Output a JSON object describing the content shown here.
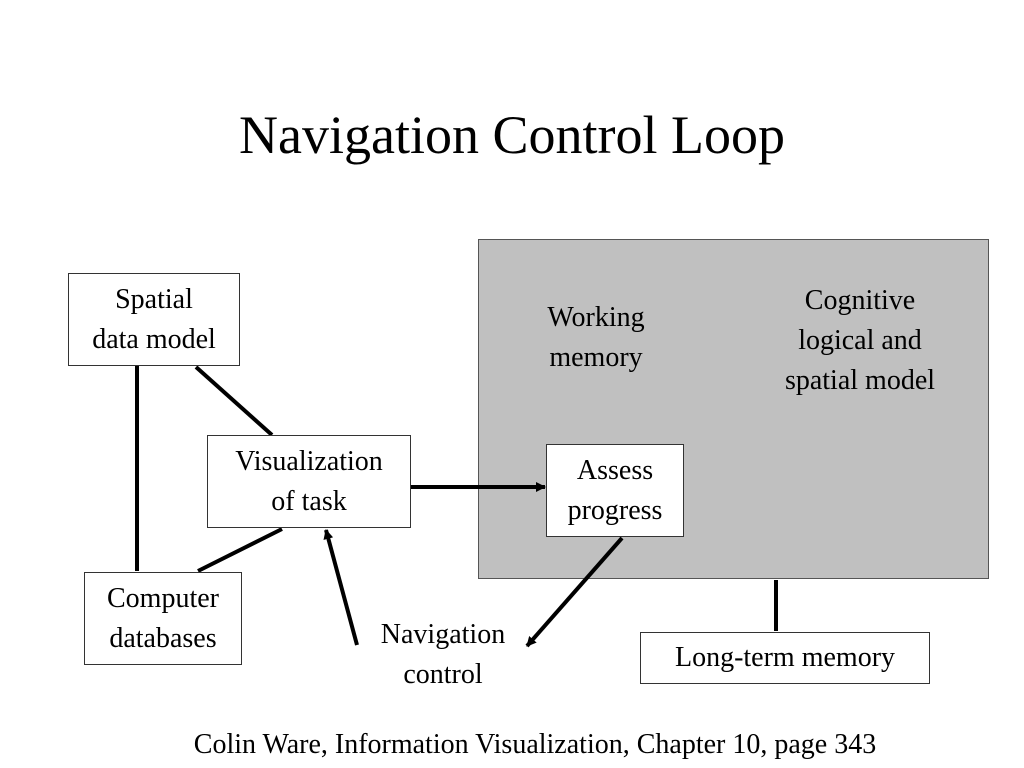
{
  "slide": {
    "title": "Navigation Control Loop",
    "footer": "Colin Ware, Information Visualization, Chapter 10, page 343"
  },
  "nodes": {
    "spatial_data_model": "Spatial\ndata model",
    "visualization_of_task": "Visualization\nof task",
    "computer_databases": "Computer\ndatabases",
    "working_memory": "Working\nmemory",
    "cognitive_model": "Cognitive\nlogical and\nspatial model",
    "assess_progress": "Assess\nprogress",
    "navigation_control": "Navigation\ncontrol",
    "long_term_memory": "Long-term memory"
  },
  "colors": {
    "cognitive_region_fill": "#c0c0c0",
    "box_fill": "#ffffff",
    "line": "#000000"
  }
}
